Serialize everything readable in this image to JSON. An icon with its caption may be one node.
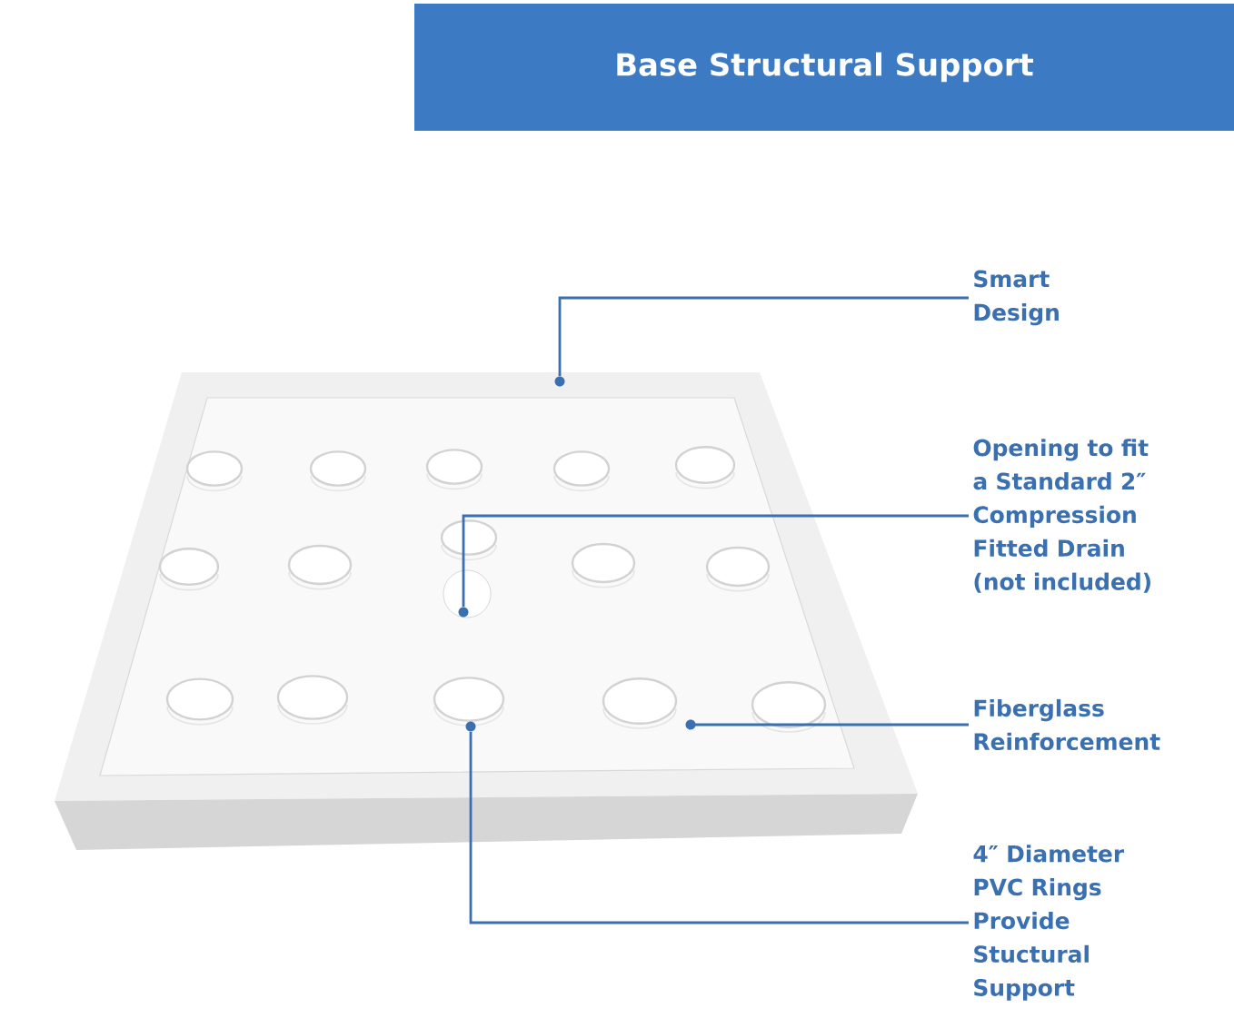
{
  "diagram": {
    "title": "Base Structural Support",
    "nodes": [
      {
        "text": [
          "Smart Design"
        ]
      },
      {
        "text": [
          "Opening to fit a Standard 2″ Compression Fitted Drain (not included)"
        ]
      },
      {
        "text": [
          "Fiberglass Reinforcement"
        ]
      },
      {
        "text": [
          "4″ Diameter PVC Rings Provide Stuctural Support"
        ]
      },
      {
        "text": [],
        "shape": "circle"
      },
      {
        "text": [],
        "shape": "circle"
      },
      {
        "text": [],
        "shape": "circle"
      },
      {
        "text": [],
        "shape": "circle"
      }
    ],
    "edges": [
      {
        "from": 0,
        "to": 4,
        "arrow": "none"
      },
      {
        "from": 1,
        "to": 5,
        "arrow": "none"
      },
      {
        "from": 2,
        "to": 7,
        "arrow": "none"
      },
      {
        "from": 3,
        "to": 6,
        "arrow": "none"
      }
    ]
  }
}
